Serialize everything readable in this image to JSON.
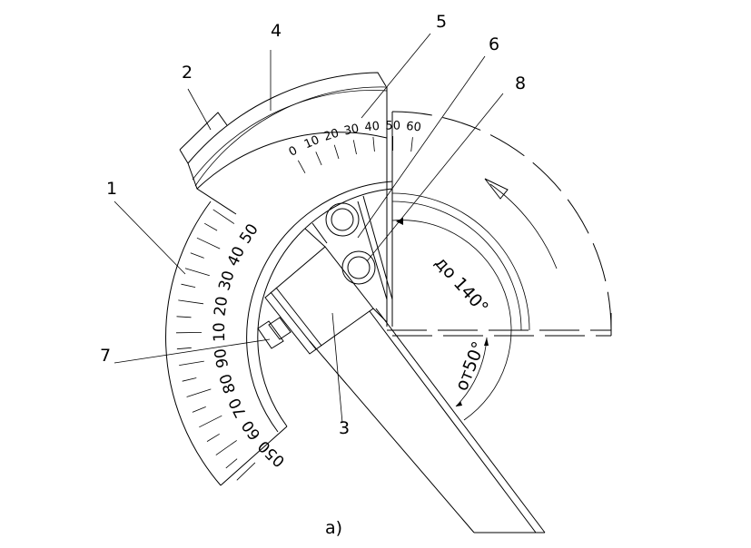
{
  "diagram": {
    "callouts": [
      {
        "id": "1",
        "label": "1"
      },
      {
        "id": "2",
        "label": "2"
      },
      {
        "id": "3",
        "label": "3"
      },
      {
        "id": "4",
        "label": "4"
      },
      {
        "id": "5",
        "label": "5"
      },
      {
        "id": "6",
        "label": "6"
      },
      {
        "id": "7",
        "label": "7"
      },
      {
        "id": "8",
        "label": "8"
      }
    ],
    "vernier_scale": [
      "0",
      "10",
      "20",
      "30",
      "40",
      "50",
      "60"
    ],
    "main_scale": [
      "50",
      "40",
      "30",
      "20",
      "10",
      "90",
      "80",
      "70",
      "60",
      "50"
    ],
    "main_scale_end": "0",
    "angle_range_upper": "до 140°",
    "angle_range_lower": "от50°",
    "caption": "а)"
  }
}
